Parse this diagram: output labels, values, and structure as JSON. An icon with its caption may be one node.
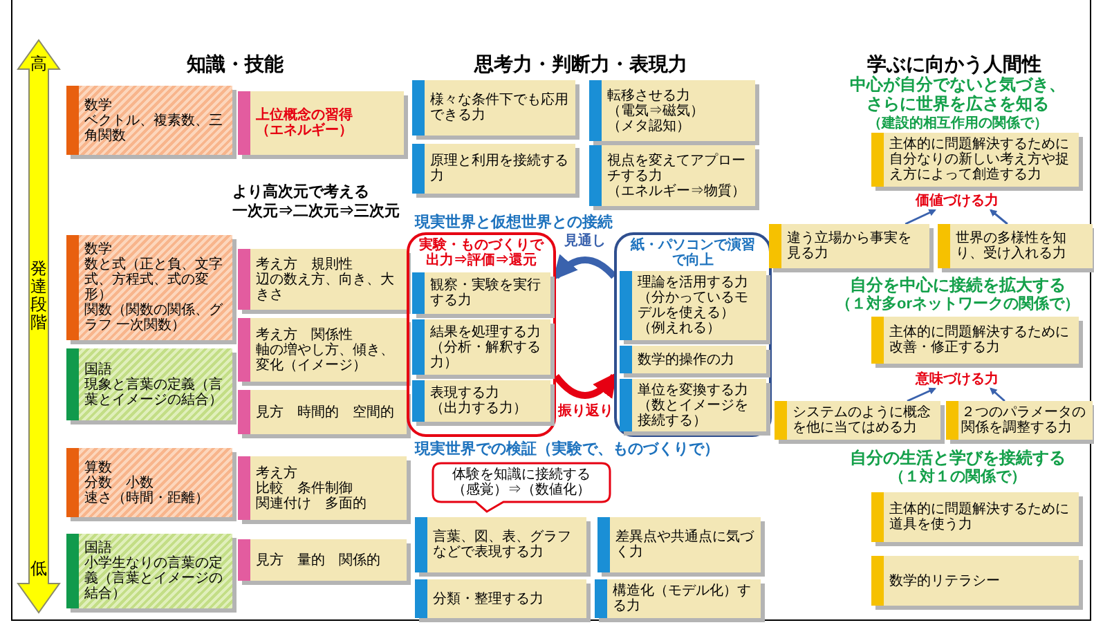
{
  "diagram": {
    "nodes": [
      {
        "text": [
          "数学",
          "ベクトル、複素数、三角関数"
        ]
      },
      {
        "text": [
          "上位概念の習得",
          "（エネルギー）"
        ]
      },
      {
        "text": [
          "数学",
          "数と式（正と負、文字式、方程式、式の変形）",
          "関数（関数の関係、グラフ 一次関数）"
        ]
      },
      {
        "text": [
          "考え方　規則性",
          "辺の数え方、向き、大きさ"
        ]
      },
      {
        "text": [
          "考え方　関係性",
          "軸の増やし方、傾き、変化（イメージ）"
        ]
      },
      {
        "text": [
          "国語",
          "現象と言葉の定義（言葉とイメージの結合）"
        ]
      },
      {
        "text": [
          "見方　時間的　空間的"
        ]
      },
      {
        "text": [
          "算数",
          "分数　小数",
          "速さ（時間・距離）"
        ]
      },
      {
        "text": [
          "考え方",
          "比較　条件制御",
          "関連付け　多面的"
        ]
      },
      {
        "text": [
          "国語",
          "小学生なりの言葉の定義（言葉とイメージの結合）"
        ]
      },
      {
        "text": [
          "見方　量的　関係的"
        ]
      },
      {
        "text": [
          "様々な条件下でも応用できる力"
        ]
      },
      {
        "text": [
          "転移させる力",
          "（電気⇒磁気）",
          "（メタ認知）"
        ]
      },
      {
        "text": [
          "原理と利用を接続する力"
        ]
      },
      {
        "text": [
          "視点を変えてアプローチする力",
          "（エネルギー⇒物質）"
        ]
      },
      {
        "text": [
          "実験・ものづくりで出力⇒評価⇒還元"
        ]
      },
      {
        "text": [
          "観察・実験を実行する力"
        ],
        "in": 15
      },
      {
        "text": [
          "結果を処理する力",
          "（分析・解釈する力）"
        ],
        "in": 15
      },
      {
        "text": [
          "表現する力",
          "（出力する力）"
        ],
        "in": 15
      },
      {
        "text": [
          "紙・パソコンで演習で向上"
        ]
      },
      {
        "text": [
          "理論を活用する力",
          "（分かっているモデルを使える）",
          "（例えれる）"
        ],
        "in": 19
      },
      {
        "text": [
          "数学的操作の力"
        ],
        "in": 19
      },
      {
        "text": [
          "単位を変換する力",
          "（数とイメージを接続する）"
        ],
        "in": 19
      },
      {
        "text": [
          "体験を知識に接続する",
          "（感覚）⇒（数値化）"
        ]
      },
      {
        "text": [
          "言葉、図、表、グラフなどで表現する力"
        ]
      },
      {
        "text": [
          "差異点や共通点に気づく力"
        ]
      },
      {
        "text": [
          "分類・整理する力"
        ]
      },
      {
        "text": [
          "構造化（モデル化）する力"
        ]
      },
      {
        "text": [
          "主体的に問題解決するために自分なりの新しい考え方や捉え方によって創造する力"
        ]
      },
      {
        "text": [
          "価値づける力"
        ]
      },
      {
        "text": [
          "違う立場から事実を見る力"
        ]
      },
      {
        "text": [
          "世界の多様性を知り、受け入れる力"
        ]
      },
      {
        "text": [
          "主体的に問題解決するために改善・修正する力"
        ]
      },
      {
        "text": [
          "意味づける力"
        ]
      },
      {
        "text": [
          "システムのように概念を他に当てはめる力"
        ]
      },
      {
        "text": [
          "２つのパラメータの関係を調整する力"
        ]
      },
      {
        "text": [
          "主体的に問題解決するために道具を使う力"
        ]
      },
      {
        "text": [
          "数学的リテラシー"
        ]
      }
    ],
    "edges": [
      {
        "from": 19,
        "to": 15,
        "arrow": "to",
        "label": "見通し",
        "style": "thick"
      },
      {
        "from": 15,
        "to": 19,
        "arrow": "to",
        "label": "振り返り",
        "style": "thick",
        "color": "#e60012"
      },
      {
        "from": 30,
        "to": 29,
        "arrow": "to"
      },
      {
        "from": 31,
        "to": 29,
        "arrow": "to"
      },
      {
        "from": 34,
        "to": 33,
        "arrow": "to"
      },
      {
        "from": 35,
        "to": 33,
        "arrow": "to"
      }
    ],
    "labels": [
      "高",
      "知識・技能",
      "思考力・判断力・表現力",
      "学ぶに向かう人間性",
      "中心が自分でないと気づき、",
      "さらに世界を広さを知る",
      "（建設的相互作用の関係で）",
      "より高次元で考える",
      "一次元⇒二次元⇒三次元",
      "現実世界と仮想世界との接続",
      "発達段階",
      "自分を中心に接続を拡大する",
      "（１対多orネットワークの関係で）",
      "現実世界での検証（実験で、ものづくりで）",
      "自分の生活と学びを接続する",
      "（１対１の関係で）",
      "低"
    ]
  }
}
